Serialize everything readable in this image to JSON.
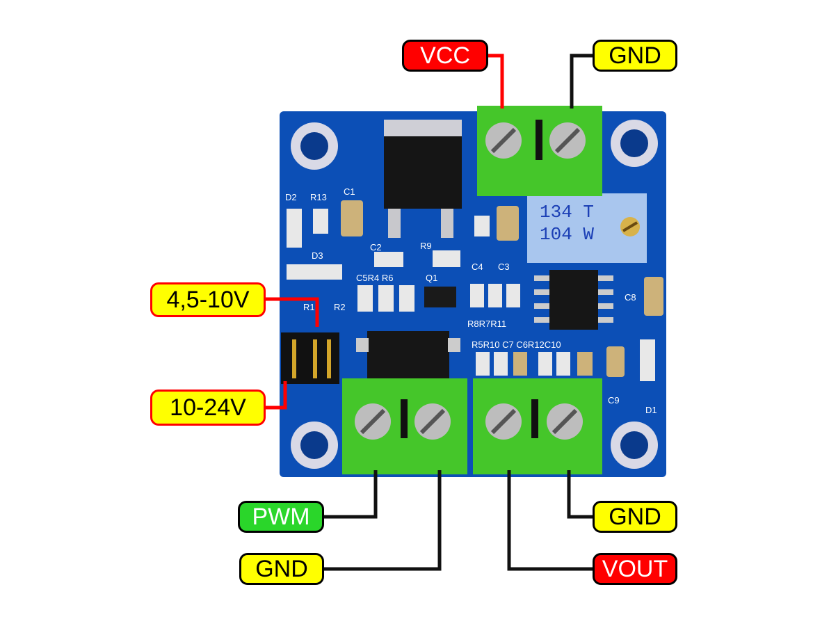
{
  "labels": {
    "vcc": "VCC",
    "gnd_top": "GND",
    "range_low": "4,5-10V",
    "range_high": "10-24V",
    "pwm": "PWM",
    "gnd_bottom_left": "GND",
    "gnd_bottom_right": "GND",
    "vout": "VOUT"
  },
  "board": {
    "silkscreen": {
      "d2": "D2",
      "r13": "R13",
      "c1": "C1",
      "d3": "D3",
      "c2": "C2",
      "r9": "R9",
      "c4": "C4",
      "c3": "C3",
      "c5r4r6": "C5R4 R6",
      "q1": "Q1",
      "r1": "R1",
      "r2": "R2",
      "r8r7r11": "R8R7R11",
      "c8": "C8",
      "r5r10": "R5R10 C7 C6R12C10",
      "c9": "C9",
      "d1": "D1"
    },
    "potentiometer": {
      "line1": "134 T",
      "line2": "104 W"
    }
  },
  "colors": {
    "pcb": "#0c4fb6",
    "terminal": "#45c62a",
    "label_yellow": "#ffff00",
    "label_red": "#ff0000",
    "label_green": "#2ad62a",
    "wire_black": "#111111",
    "wire_red": "#ff0000"
  }
}
